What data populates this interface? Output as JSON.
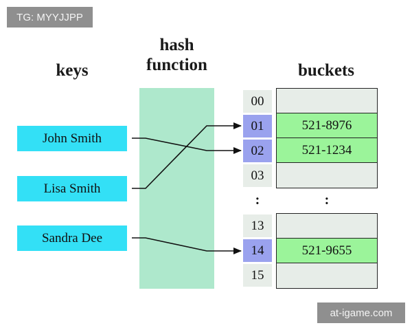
{
  "overlay": {
    "top_left_tag": "TG: MYYJJPP",
    "bottom_right_watermark": "at-igame.com"
  },
  "headings": {
    "keys": "keys",
    "hash_line1": "hash",
    "hash_line2": "function",
    "buckets": "buckets"
  },
  "keys": [
    "John Smith",
    "Lisa Smith",
    "Sandra Dee"
  ],
  "index_groups": [
    [
      "00",
      "01",
      "02",
      "03"
    ],
    [
      "13",
      "14",
      "15"
    ]
  ],
  "bucket_groups": [
    [
      "",
      "521-8976",
      "521-1234",
      ""
    ],
    [
      "",
      "521-9655",
      ""
    ]
  ],
  "ellipsis": ":",
  "mapping": [
    {
      "key": "John Smith",
      "index": "02"
    },
    {
      "key": "Lisa Smith",
      "index": "01"
    },
    {
      "key": "Sandra Dee",
      "index": "14"
    }
  ],
  "colors": {
    "key_fill": "#33e0f6",
    "hash_fill": "#aee8cc",
    "index_fill": "#e7ede8",
    "index_hit_fill": "#9aa2ee",
    "bucket_filled": "#9bf49a",
    "bucket_empty": "#e7ede8"
  }
}
